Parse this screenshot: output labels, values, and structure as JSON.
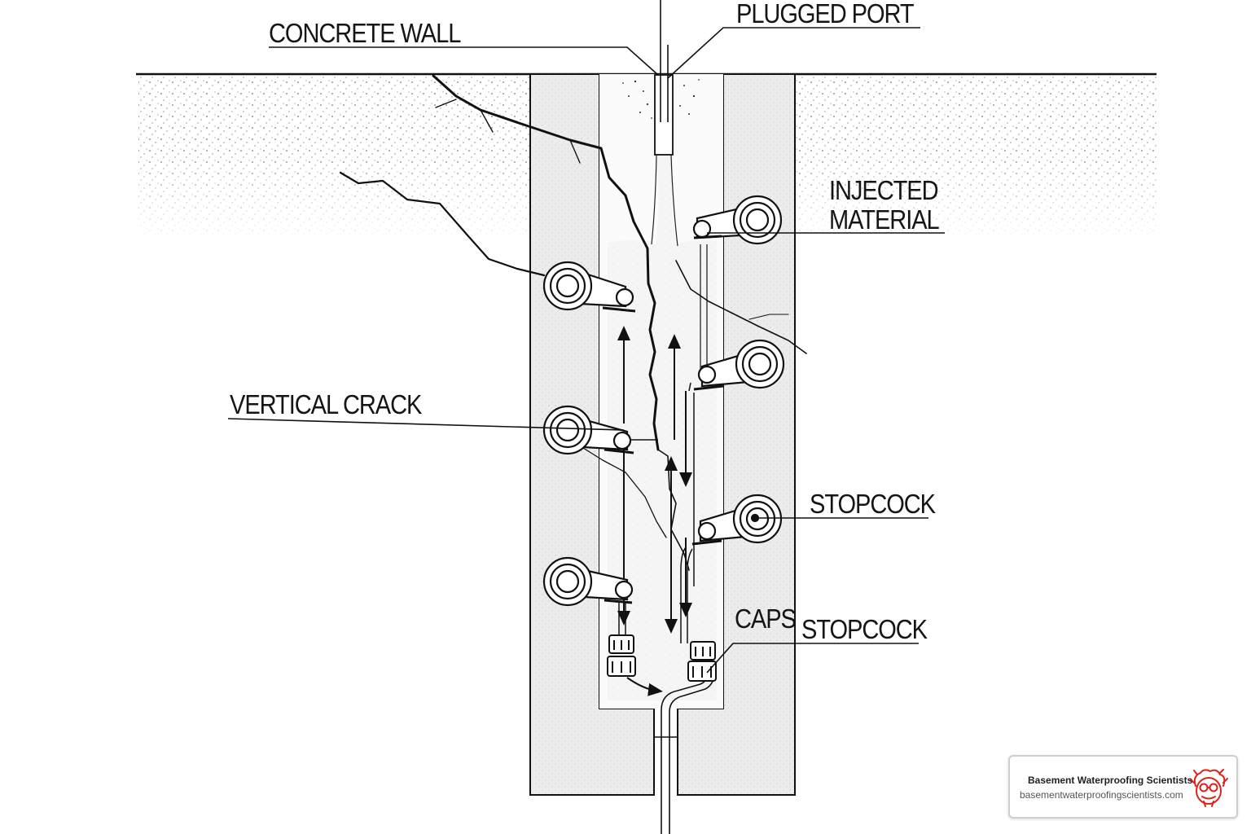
{
  "labels": {
    "concrete_wall": "CONCRETE WALL",
    "plugged_port": "PLUGGED PORT",
    "injected_material_line1": "INJECTED",
    "injected_material_line2": "MATERIAL",
    "vertical_crack": "VERTICAL CRACK",
    "stopcock_upper": "STOPCOCK",
    "caps": "CAPS",
    "stopcock_lower": "STOPCOCK"
  },
  "brand": {
    "name": "Basement Waterproofing Scientists",
    "url": "basementwaterproofingscientists.com",
    "logo_icon": "scientist-face-icon",
    "logo_color": "#e0201b"
  },
  "colors": {
    "ink": "#111111",
    "concrete": "#ececec",
    "injected_fill": "#f4f4f4"
  }
}
